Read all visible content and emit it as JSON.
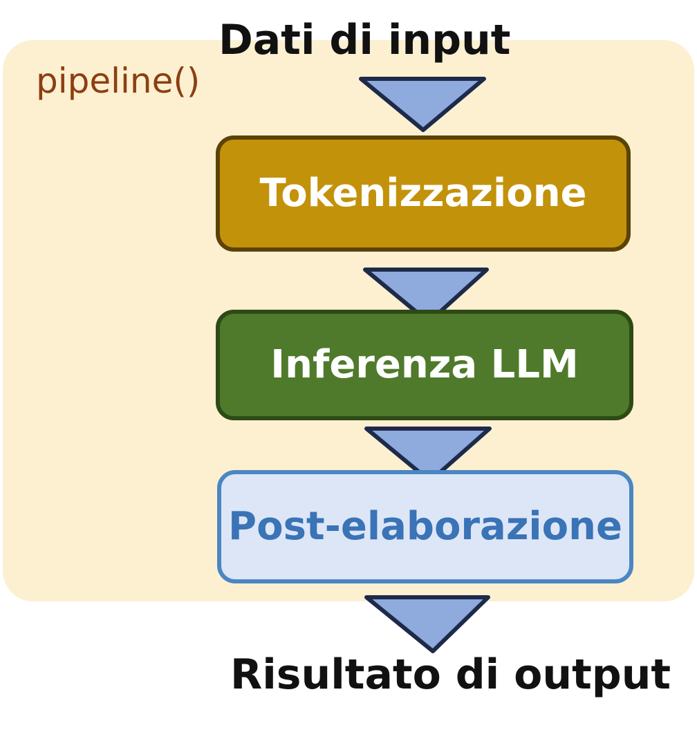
{
  "container": {
    "label": "pipeline()",
    "background_color": "#fcf0d1",
    "label_color": "#8b3f12"
  },
  "input_label": "Dati di input",
  "output_label": "Risultato di output",
  "steps": [
    {
      "label": "Tokenizzazione",
      "fill": "#c3920b",
      "border": "#5b4206",
      "text_color": "#ffffff"
    },
    {
      "label": "Inferenza LLM",
      "fill": "#4f7a2b",
      "border": "#2d4a16",
      "text_color": "#ffffff"
    },
    {
      "label": "Post-elaborazione",
      "fill": "#dde6f6",
      "border": "#4a86c2",
      "text_color": "#3a73b6"
    }
  ],
  "arrow": {
    "fill": "#8faadc",
    "stroke": "#1e2a4a",
    "icon": "down-triangle-arrow"
  }
}
